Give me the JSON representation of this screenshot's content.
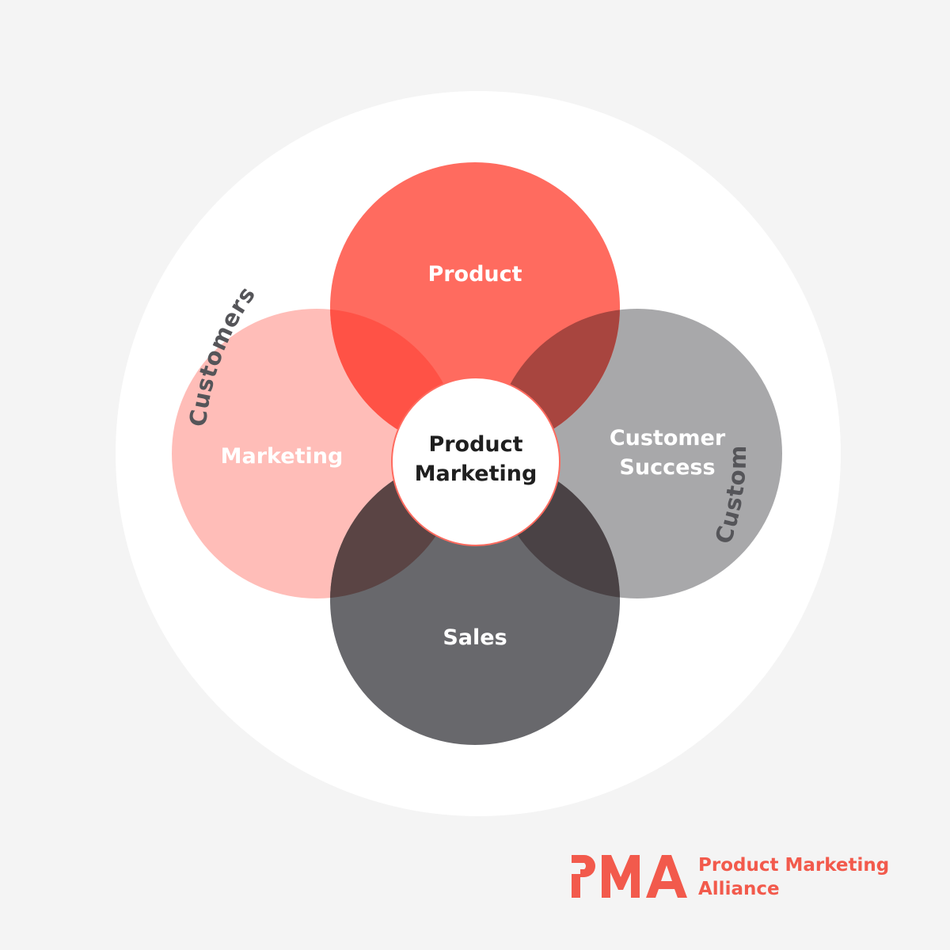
{
  "ring": {
    "label_top": "Customers",
    "label_bottom": "Customers"
  },
  "circles": {
    "product": {
      "label": "Product",
      "color": "#ff6b5f"
    },
    "marketing": {
      "label": "Marketing",
      "color": "#ffbdb8"
    },
    "customer_success": {
      "label_line1": "Customer",
      "label_line2": "Success",
      "color": "#a8a8aa"
    },
    "sales": {
      "label": "Sales",
      "color": "#68686c"
    }
  },
  "center": {
    "label_line1": "Product",
    "label_line2": "Marketing",
    "border_color": "#ff6b5f"
  },
  "logo": {
    "mark": "PMA",
    "line1": "Product Marketing",
    "line2": "Alliance",
    "color": "#f25a4c"
  }
}
